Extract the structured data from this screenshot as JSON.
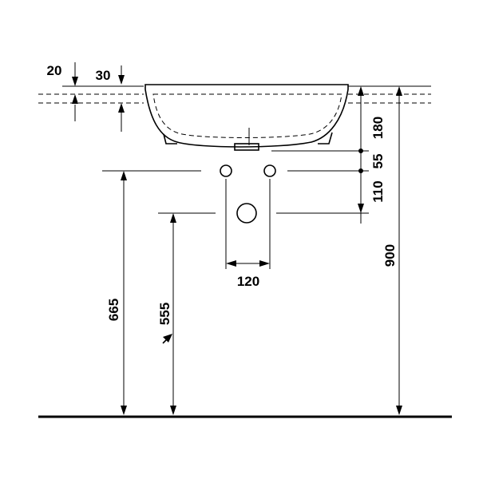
{
  "dimensions": {
    "wall_offset_a": "20",
    "wall_offset_b": "30",
    "rim_to_waste": "180",
    "waste_to_supply": "55",
    "supply_to_drain": "110",
    "total_height": "900",
    "supply_spacing": "120",
    "supply_height": "665",
    "drain_height": "555"
  },
  "colors": {
    "line": "#000000",
    "background": "#ffffff"
  }
}
